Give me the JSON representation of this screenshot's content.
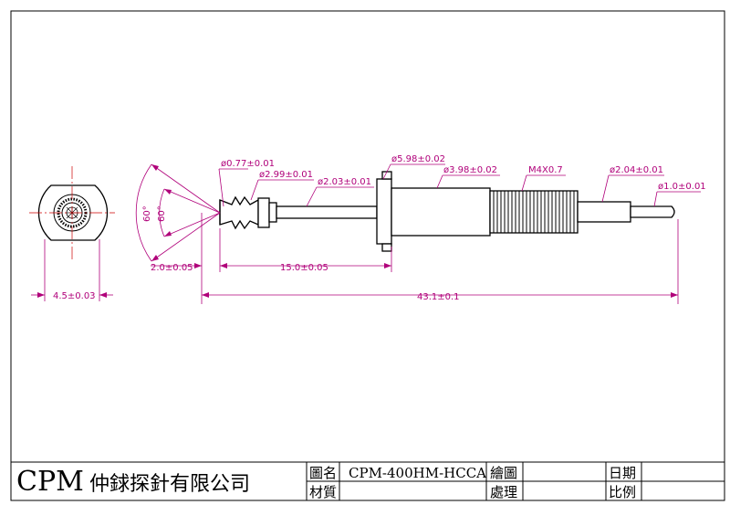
{
  "dimensions": {
    "probe_diam": "ø0.77±0.01",
    "tip_diam": "ø2.99±0.01",
    "barrel_diam": "ø2.03±0.01",
    "collar_diam": "ø5.98±0.02",
    "body_diam": "ø3.98±0.02",
    "thread": "M4X0.7",
    "tail_diam": "ø2.04±0.01",
    "pin_diam": "ø1.0±0.01",
    "angle_outer": "60°",
    "angle_inner": "60°",
    "tip_length": "2.0±0.05",
    "barrel_length": "15.0±0.05",
    "total_length": "43.1±0.1",
    "end_width": "4.5±0.03"
  },
  "title_block": {
    "company_abbr": "CPM",
    "company_name": "仲銶探針有限公司",
    "drawing_name_label": "圖名",
    "drawing_name_value": "CPM-400HM-HCCA",
    "material_label": "材質",
    "material_value": "",
    "drawn_label": "繪圖",
    "drawn_value": "",
    "process_label": "處理",
    "process_value": "",
    "date_label": "日期",
    "date_value": "",
    "scale_label": "比例",
    "scale_value": ""
  }
}
